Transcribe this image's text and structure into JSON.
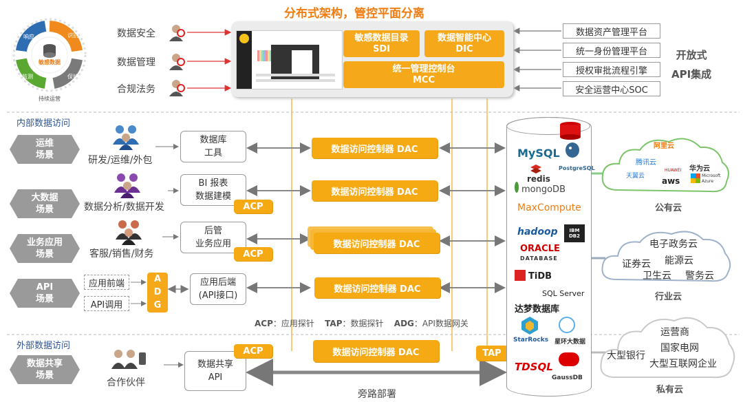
{
  "title": "分布式架构，管控平面分离",
  "lifecycle": {
    "center": "敏感数据",
    "segments": [
      "响应",
      "识别",
      "保护",
      "监测"
    ],
    "footer": "持续运营"
  },
  "governance": [
    "数据安全",
    "数据管理",
    "合规法务"
  ],
  "platform": {
    "sdi": {
      "line1": "敏感数据目录",
      "line2": "SDI"
    },
    "dic": {
      "line1": "数据智能中心",
      "line2": "DIC"
    },
    "mcc": {
      "line1": "统一管理控制台",
      "line2": "MCC"
    }
  },
  "integrations": [
    "数据资产管理平台",
    "统一身份管理平台",
    "授权审批流程引擎",
    "安全运营中心SOC"
  ],
  "open_api": {
    "line1": "开放式",
    "line2": "API集成"
  },
  "sections": {
    "internal": "内部数据访问",
    "external": "外部数据访问"
  },
  "scenarios": [
    {
      "line1": "运维",
      "line2": "场景",
      "users": "研发/运维/外包",
      "tool_line1": "数据库",
      "tool_line2": "工具",
      "dac": "数据访问控制器 DAC"
    },
    {
      "line1": "大数据",
      "line2": "场景",
      "users": "数据分析/数据开发",
      "tool_line1": "BI 报表",
      "tool_line2": "数据建模",
      "acp": "ACP",
      "dac": "数据访问控制器 DAC"
    },
    {
      "line1": "业务应用",
      "line2": "场景",
      "users": "客服/销售/财务",
      "tool_line1": "后管",
      "tool_line2": "业务应用",
      "acp": "ACP",
      "dac": "数据访问控制器 DAC"
    },
    {
      "line1": "API",
      "line2": "场景",
      "front1": "应用前端",
      "front2": "API调用",
      "adg": [
        "A",
        "D",
        "G"
      ],
      "tool_line1": "应用后端",
      "tool_line2": "(API接口)",
      "dac": "数据访问控制器 DAC"
    },
    {
      "line1": "数据共享",
      "line2": "场景",
      "users": "合作伙伴",
      "tool_line1": "数据共享",
      "tool_line2": "API",
      "acp": "ACP",
      "dac": "数据访问控制器 DAC"
    }
  ],
  "legend": {
    "acp_key": "ACP",
    "acp_val": "：应用探针",
    "tap_key": "TAP",
    "tap_val": "：数据探针",
    "adg_key": "ADG",
    "adg_val": "：API数据网关"
  },
  "tap": "TAP",
  "bypass": "旁路部署",
  "databases": [
    "MySQL",
    "PostgreSQL",
    "redis",
    "mongoDB",
    "MaxCompute",
    "hadoop",
    "IBM DB2",
    "ORACLE",
    "DATABASE",
    "TiDB",
    "SQL Server",
    "达梦数据库",
    "StarRocks",
    "星环大数据",
    "TDSQL",
    "GaussDB"
  ],
  "clouds": {
    "public": {
      "label": "公有云",
      "vendors": [
        "阿里云",
        "腾讯云",
        "华为云",
        "天翼云",
        "aws",
        "HUAWEI",
        "Microsoft Azure"
      ]
    },
    "industry": {
      "label": "行业云",
      "items": [
        "电子政务云",
        "证券云",
        "能源云",
        "卫生云",
        "警务云"
      ]
    },
    "private": {
      "label": "私有云",
      "items": [
        "运营商",
        "国家电网",
        "大型银行",
        "大型互联网企业"
      ]
    }
  },
  "colors": {
    "accent": "#f5a81a",
    "title": "#f07d12",
    "blue": "#2f5597",
    "gray": "#9a9a9a"
  }
}
